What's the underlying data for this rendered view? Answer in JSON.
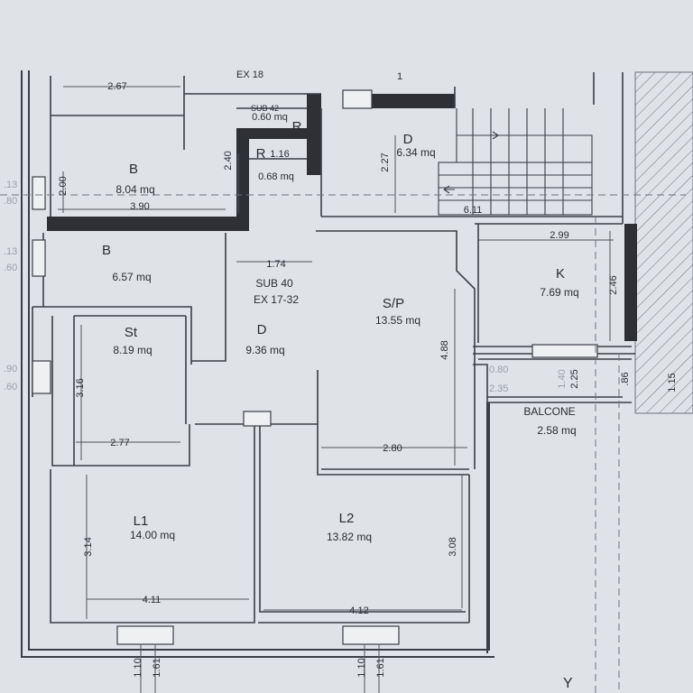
{
  "rooms": [
    {
      "name": "B",
      "area": "8.04 mq"
    },
    {
      "name": "B",
      "area": "6.57 mq"
    },
    {
      "name": "St",
      "area": "8.19 mq"
    },
    {
      "name": "D",
      "area": "9.36 mq"
    },
    {
      "name": "S/P",
      "area": "13.55 mq"
    },
    {
      "name": "D",
      "area": "6.34 mq"
    },
    {
      "name": "K",
      "area": "7.69 mq"
    },
    {
      "name": "L1",
      "area": "14.00 mq"
    },
    {
      "name": "L2",
      "area": "13.82 mq"
    },
    {
      "name": "R",
      "area": "0.60 mq"
    },
    {
      "name": "R",
      "area": "0.68 mq"
    },
    {
      "name": "BALCONE",
      "area": "2.58 mq"
    }
  ],
  "sub_labels": {
    "sub42": "SUB 42",
    "sub40": "SUB 40",
    "ex": "EX 17-32",
    "top": "EX 18"
  },
  "dimensions": {
    "d267": "2.67",
    "d200": "2.00",
    "d390": "3.90",
    "d240": "2.40",
    "d116": "1.16",
    "d227": "2.27",
    "d611": "6.11",
    "d299": "2.99",
    "d246": "2.46",
    "d174": "1.74",
    "d488": "4.88",
    "d316": "3.16",
    "d277": "2.77",
    "d280": "2.80",
    "d314": "3.14",
    "d411": "4.11",
    "d308": "3.08",
    "d412": "4.12",
    "d086": ".86",
    "d115": "1.15",
    "d080": "0.80",
    "d235": "2.35",
    "d225": "2.25",
    "d140": "1.40",
    "d110a": "1.10",
    "d161a": "1.61",
    "d110b": "1.10",
    "d161b": "1.61",
    "d1": "1"
  },
  "margin_marks": {
    "m13a": ".13",
    "m80": ".80",
    "m13b": ".13",
    "m60a": ".60",
    "m90": ".90",
    "m60b": ".60"
  },
  "axis_label": "Y"
}
